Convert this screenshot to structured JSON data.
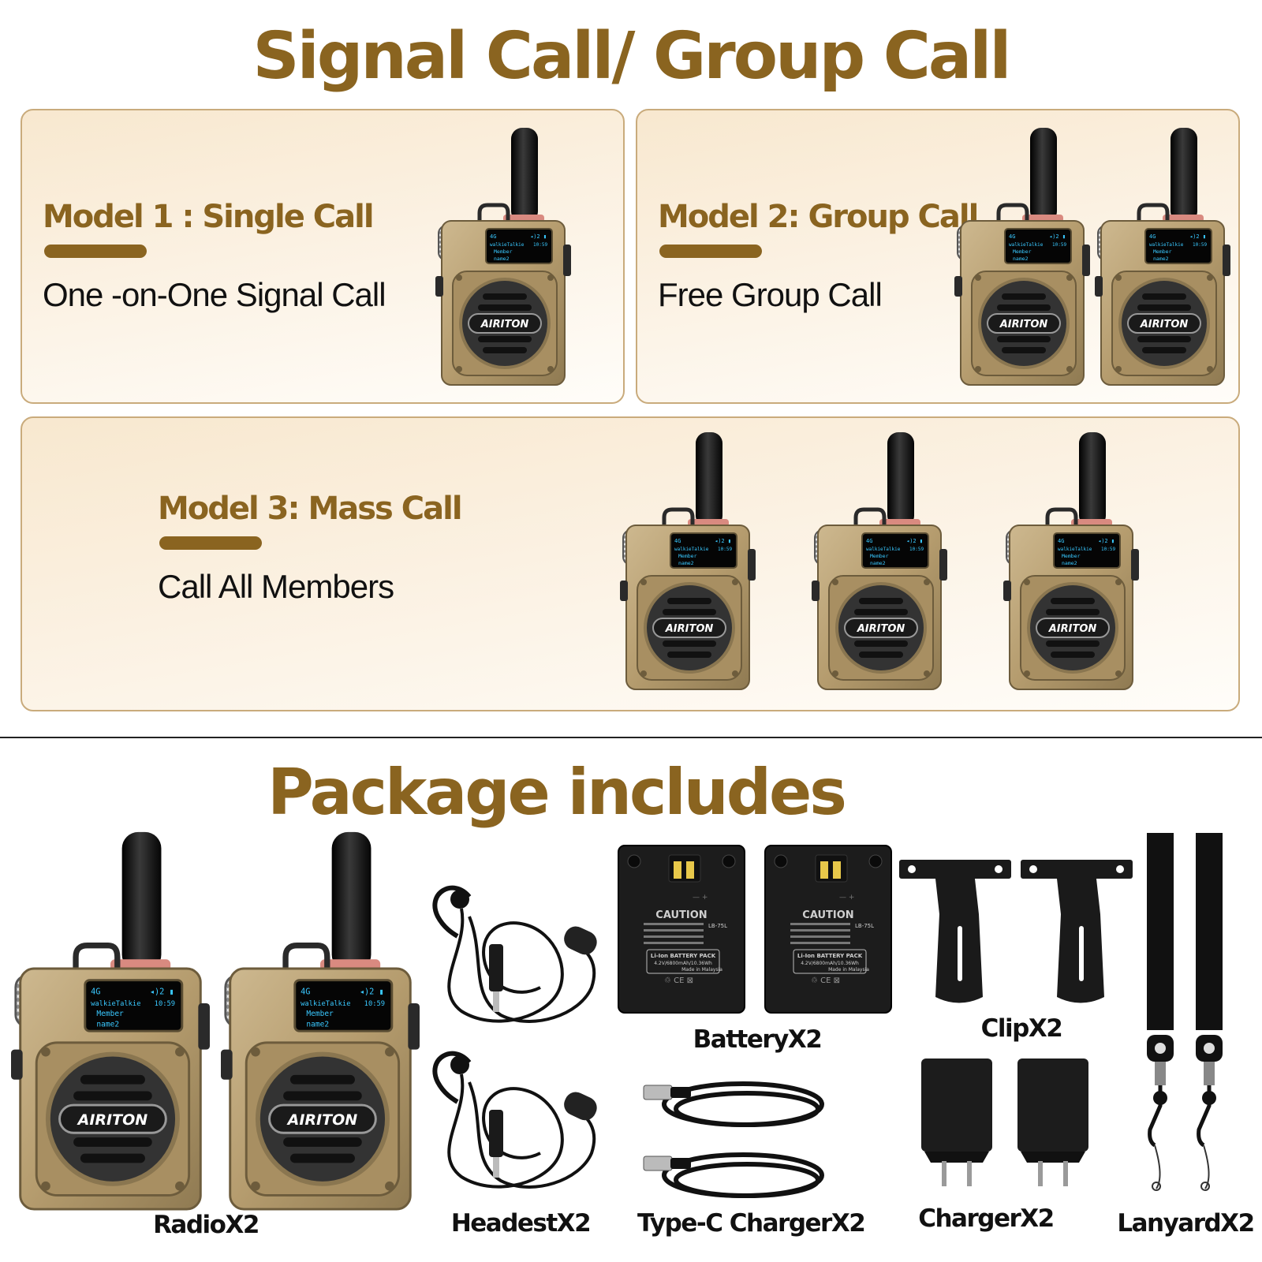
{
  "header": {
    "title": "Signal Call/ Group Call"
  },
  "models": [
    {
      "title": "Model 1 : Single Call",
      "description": "One -on-One Signal Call"
    },
    {
      "title": "Model 2: Group Call",
      "description": "Free Group Call"
    },
    {
      "title": "Model 3: Mass Call",
      "description": "Call All Members"
    }
  ],
  "radio_screen": {
    "brand": "AIRITON",
    "signal": "4G",
    "volume": "2",
    "line1": "walkieTalkie",
    "time": "10:59",
    "line2": "Member",
    "line3": "name2"
  },
  "package": {
    "title": "Package includes",
    "items": [
      {
        "label": "RadioX2"
      },
      {
        "label": "HeadestX2"
      },
      {
        "label": "BatteryX2"
      },
      {
        "label": "Type-C ChargerX2"
      },
      {
        "label": "ClipX2"
      },
      {
        "label": "ChargerX2"
      },
      {
        "label": "LanyardX2"
      }
    ]
  },
  "battery": {
    "caution": "CAUTION",
    "model": "LB-75L",
    "pack": "Li-Ion BATTERY PACK",
    "spec": "4.2V/6800mAh/10.36Wh",
    "origin": "Made in Malaysia"
  },
  "colors": {
    "accent": "#8a6420",
    "panel_border": "#c9ab7c",
    "radio_body": "#b59c6e",
    "screen_text": "#39c8ff"
  }
}
